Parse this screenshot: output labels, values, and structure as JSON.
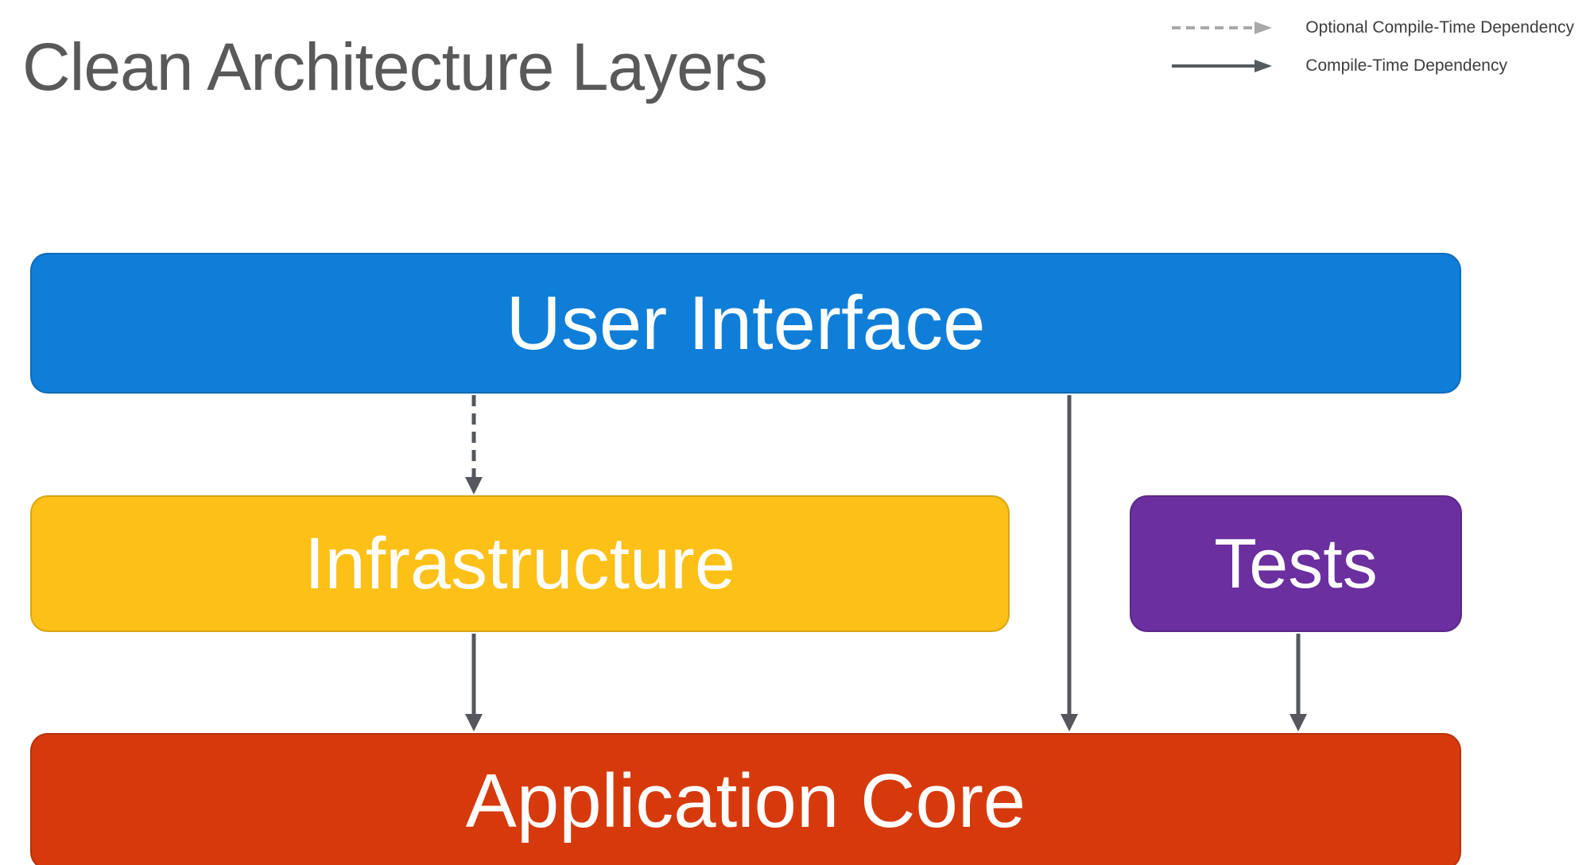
{
  "title": "Clean Architecture Layers",
  "legend": {
    "items": [
      {
        "label": "Optional Compile-Time Dependency",
        "style": "dashed"
      },
      {
        "label": "Compile-Time Dependency",
        "style": "solid"
      }
    ]
  },
  "layers": {
    "user_interface": {
      "label": "User Interface",
      "color": "#0f7ed8"
    },
    "infrastructure": {
      "label": "Infrastructure",
      "color": "#fcc016"
    },
    "tests": {
      "label": "Tests",
      "color": "#6b2fa0"
    },
    "application_core": {
      "label": "Application Core",
      "color": "#d63a0c"
    }
  },
  "dependencies": [
    {
      "from": "User Interface",
      "to": "Infrastructure",
      "type": "optional-compile-time"
    },
    {
      "from": "User Interface",
      "to": "Application Core",
      "type": "compile-time"
    },
    {
      "from": "Infrastructure",
      "to": "Application Core",
      "type": "compile-time"
    },
    {
      "from": "Tests",
      "to": "Application Core",
      "type": "compile-time"
    }
  ],
  "colors": {
    "title_text": "#595959",
    "box_text": "#ffffff",
    "arrow": "#54585e",
    "legend_dashed_arrow": "#a9a9a9",
    "legend_solid_arrow": "#555a5f",
    "legend_text": "#3d3d3d"
  }
}
